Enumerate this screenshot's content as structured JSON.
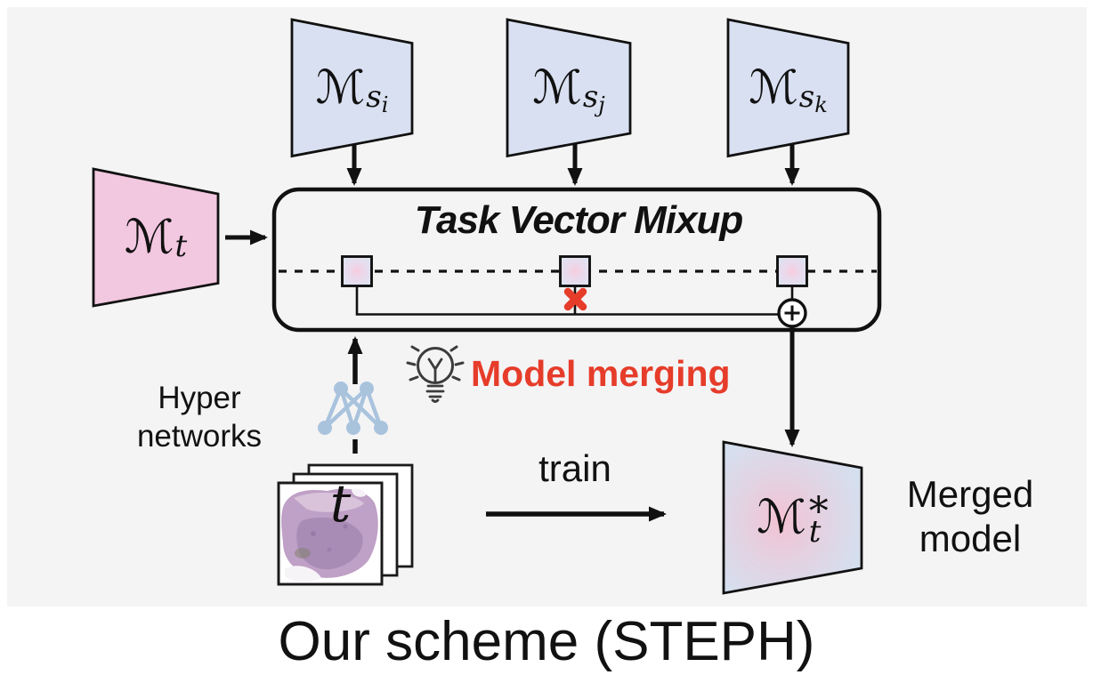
{
  "figure": {
    "caption": "Our scheme (STEPH)",
    "mixup_box": {
      "title": "Task Vector Mixup"
    },
    "labels": {
      "model_merging": "Model merging",
      "hyper_networks": [
        "Hyper",
        "networks"
      ],
      "train": "train",
      "merged_model": [
        "Merged",
        "model"
      ]
    },
    "models": {
      "source_i": {
        "symbol": "ℳ",
        "sub": "s",
        "index": "i"
      },
      "source_j": {
        "symbol": "ℳ",
        "sub": "s",
        "index": "j"
      },
      "source_k": {
        "symbol": "ℳ",
        "sub": "s",
        "index": "k"
      },
      "target": {
        "symbol": "ℳ",
        "sub": "t"
      },
      "merged": {
        "symbol": "ℳ",
        "sup": "*",
        "sub": "t"
      }
    },
    "task_image_label": "t",
    "icons": {
      "lightbulb": "lightbulb-icon",
      "hypernetwork": "hypernetwork-icon",
      "plus_circle": "plus-circle-icon",
      "cross": "cross-icon"
    },
    "colors": {
      "panel_background": "#f4f4f5",
      "source_model_fill": "#d9e0f1",
      "target_model_fill": "#f2c7e0",
      "merged_model_center": "#f2c2d3",
      "merged_model_edge": "#d5dfee",
      "hypernetwork_blue": "#a9c3dd",
      "accent_red": "#e63c2a",
      "line_black": "#111111"
    }
  }
}
